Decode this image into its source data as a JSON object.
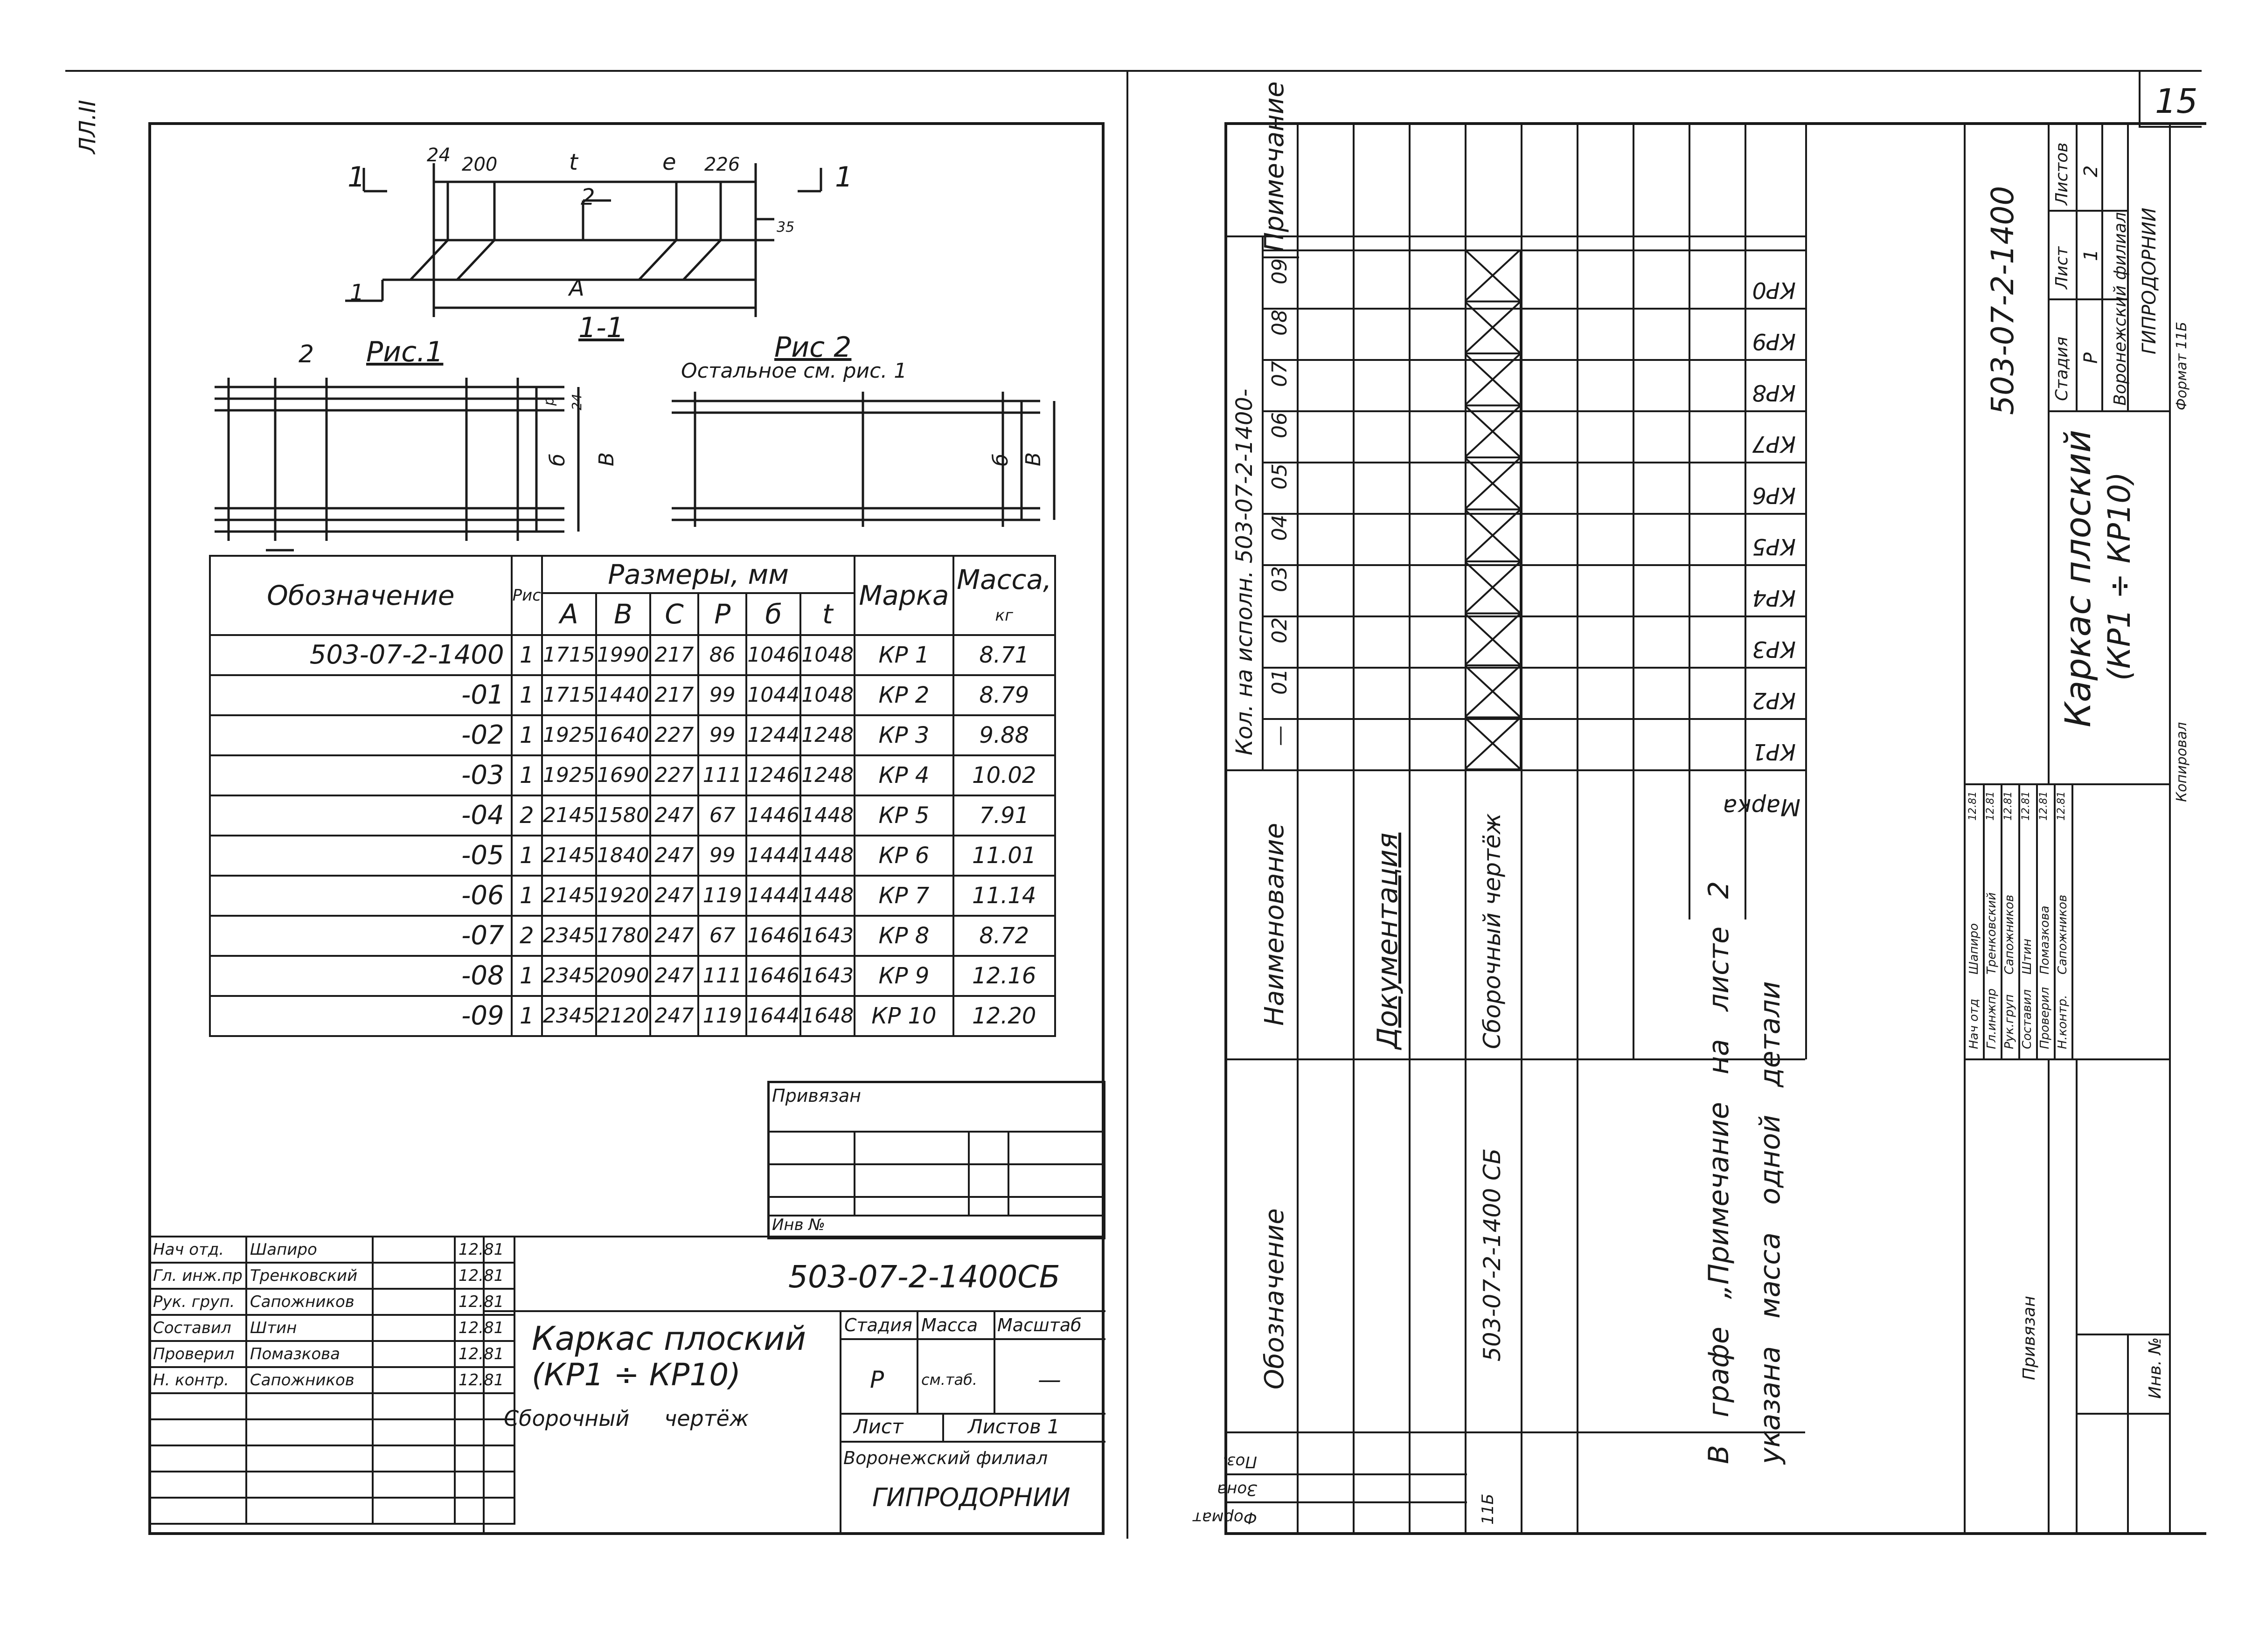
{
  "page_number": "15",
  "margin_mark": "ЛЛ.II",
  "left_sheet": {
    "section_label_left": "1",
    "section_label_right": "1",
    "dims_top": [
      "24",
      "200",
      "t",
      "e",
      "226"
    ],
    "dim_35": "35",
    "label_2_top": "2",
    "label_A": "A",
    "label_1_lower": "1",
    "section_title": "1-1",
    "fig1_title": "Рис.1",
    "fig1_label_2": "2",
    "fig2_title": "Рис 2",
    "fig2_note": "Остальное см. рис. 1",
    "fig_dims": {
      "p": "p",
      "b": "б",
      "B": "B",
      "d24": "24"
    },
    "table": {
      "header_designation": "Обозначение",
      "header_fig": "Рис",
      "header_sizes": "Размеры, мм",
      "header_cols": [
        "A",
        "B",
        "C",
        "P",
        "б",
        "t"
      ],
      "header_mark": "Марка",
      "header_mass": "Масса,",
      "header_mass_unit": "кг",
      "rows": [
        {
          "des": "503-07-2-1400",
          "fig": "1",
          "A": "1715",
          "B": "1990",
          "C": "217",
          "P": "86",
          "b": "1046",
          "t": "1048",
          "mark": "КР 1",
          "mass": "8.71"
        },
        {
          "des": "-01",
          "fig": "1",
          "A": "1715",
          "B": "1440",
          "C": "217",
          "P": "99",
          "b": "1044",
          "t": "1048",
          "mark": "КР 2",
          "mass": "8.79"
        },
        {
          "des": "-02",
          "fig": "1",
          "A": "1925",
          "B": "1640",
          "C": "227",
          "P": "99",
          "b": "1244",
          "t": "1248",
          "mark": "КР 3",
          "mass": "9.88"
        },
        {
          "des": "-03",
          "fig": "1",
          "A": "1925",
          "B": "1690",
          "C": "227",
          "P": "111",
          "b": "1246",
          "t": "1248",
          "mark": "КР 4",
          "mass": "10.02"
        },
        {
          "des": "-04",
          "fig": "2",
          "A": "2145",
          "B": "1580",
          "C": "247",
          "P": "67",
          "b": "1446",
          "t": "1448",
          "mark": "КР 5",
          "mass": "7.91"
        },
        {
          "des": "-05",
          "fig": "1",
          "A": "2145",
          "B": "1840",
          "C": "247",
          "P": "99",
          "b": "1444",
          "t": "1448",
          "mark": "КР 6",
          "mass": "11.01"
        },
        {
          "des": "-06",
          "fig": "1",
          "A": "2145",
          "B": "1920",
          "C": "247",
          "P": "119",
          "b": "1444",
          "t": "1448",
          "mark": "КР 7",
          "mass": "11.14"
        },
        {
          "des": "-07",
          "fig": "2",
          "A": "2345",
          "B": "1780",
          "C": "247",
          "P": "67",
          "b": "1646",
          "t": "1643",
          "mark": "КР 8",
          "mass": "8.72"
        },
        {
          "des": "-08",
          "fig": "1",
          "A": "2345",
          "B": "2090",
          "C": "247",
          "P": "111",
          "b": "1646",
          "t": "1643",
          "mark": "КР 9",
          "mass": "12.16"
        },
        {
          "des": "-09",
          "fig": "1",
          "A": "2345",
          "B": "2120",
          "C": "247",
          "P": "119",
          "b": "1644",
          "t": "1648",
          "mark": "КР 10",
          "mass": "12.20"
        }
      ]
    },
    "privyazan": "Привязан",
    "inv_no": "Инв №",
    "stamp": {
      "roles": [
        "Нач отд.",
        "Гл. инж.пр",
        "Рук. груп.",
        "Составил",
        "Проверил",
        "Н. контр."
      ],
      "names": [
        "Шапиро",
        "Тренковский",
        "Сапожников",
        "Штин",
        "Помазкова",
        "Сапожников"
      ],
      "dates": [
        "12.81",
        "12.81",
        "12.81",
        "12.81",
        "12.81",
        "12.81"
      ],
      "code": "503-07-2-1400СБ",
      "title_line1": "Каркас плоский",
      "title_line2": "(КР1 ÷ КР10)",
      "subtitle": "Сборочный чертёж",
      "h_stage": "Стадия",
      "h_mass": "Масса",
      "h_scale": "Масштаб",
      "v_stage": "Р",
      "v_mass": "см.таб.",
      "v_scale": "—",
      "sheet": "Лист",
      "sheets": "Листов 1",
      "org1": "Воронежский филиал",
      "org2": "ГИПРОДОРНИИ"
    }
  },
  "right_sheet": {
    "header_format": "Формат",
    "header_zone": "Зона",
    "header_pos": "Поз.",
    "header_designation": "Обозначение",
    "header_name": "Наименование",
    "header_qty": "Кол. на исполн. 503-07-2-1400-",
    "qty_cols": [
      "—",
      "01",
      "02",
      "03",
      "04",
      "05",
      "06",
      "07",
      "08",
      "09"
    ],
    "header_note": "Примечание",
    "doc_title": "Документация",
    "row_format": "11Б",
    "row_designation": "503-07-2-1400 СБ",
    "row_name": "Сборочный чертёж",
    "mark_label": "Марка",
    "marks": [
      "КР1",
      "КР2",
      "КР3",
      "КР4",
      "КР5",
      "КР6",
      "КР7",
      "КР8",
      "КР9",
      "КР0"
    ],
    "note_lines": [
      "В графе „Примечание на листе 2",
      "указана масса одной детали"
    ],
    "stamp": {
      "code": "503-07-2-1400",
      "title_line1": "Каркас плоский",
      "title_line2": "(КР1 ÷ КР10)",
      "h_stage": "Стадия",
      "h_sheet": "Лист",
      "h_sheets": "Листов",
      "v_stage": "Р",
      "v_sheet": "1",
      "v_sheets": "2",
      "org1": "Воронежский филиал",
      "org2": "ГИПРОДОРНИИ",
      "roles": [
        "Нач отд",
        "Гл.инжпр",
        "Рук.груп",
        "Составил",
        "Проверил",
        "Н.контр."
      ],
      "names": [
        "Шапиро",
        "Тренковский",
        "Сапожников",
        "Штин",
        "Помазкова",
        "Сапожников"
      ],
      "dates": [
        "12.81",
        "12.81",
        "12.81",
        "12.81",
        "12.81",
        "12.81"
      ],
      "privyazan": "Привязан",
      "inv": "Инв. №",
      "copied": "Копировал",
      "format": "Формат 11Б"
    }
  }
}
